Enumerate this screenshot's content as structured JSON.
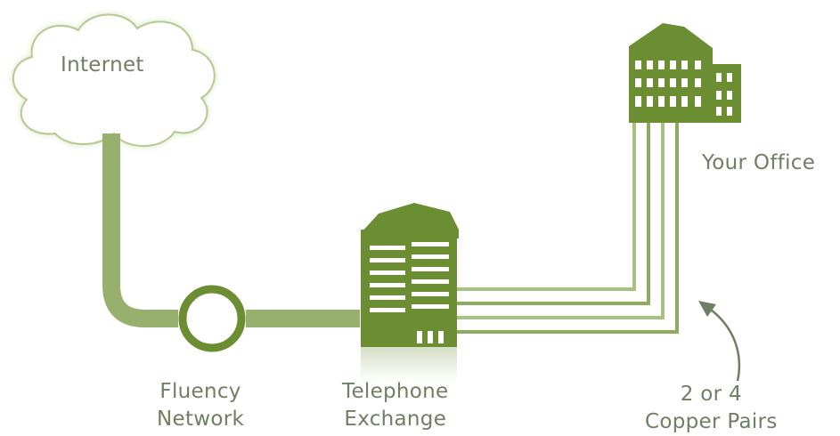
{
  "labels": {
    "internet": "Internet",
    "fluency_line1": "Fluency",
    "fluency_line2": "Network",
    "exchange_line1": "Telephone",
    "exchange_line2": "Exchange",
    "office": "Your Office",
    "copper_line1": "2 or 4",
    "copper_line2": "Copper Pairs"
  },
  "colors": {
    "primary": "#6b8e33",
    "pipe": "#98b06e",
    "light_line": "#a8c080",
    "text": "#6f7f63",
    "background": "#ffffff"
  }
}
